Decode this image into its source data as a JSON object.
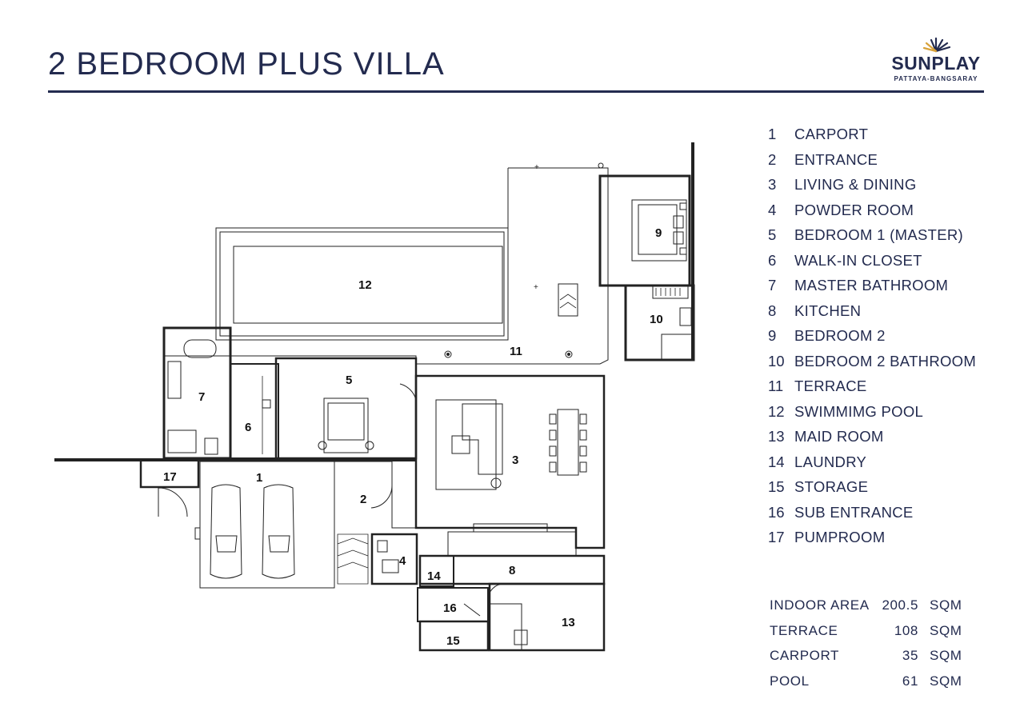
{
  "title": "2 BEDROOM PLUS VILLA",
  "logo": {
    "brand": "SUNPLAY",
    "subtitle": "PATTAYA-BANGSARAY",
    "accent_color": "#d8a23a",
    "color": "#232b4f"
  },
  "legend": [
    {
      "num": "1",
      "label": "CARPORT"
    },
    {
      "num": "2",
      "label": "ENTRANCE"
    },
    {
      "num": "3",
      "label": "LIVING & DINING"
    },
    {
      "num": "4",
      "label": "POWDER ROOM"
    },
    {
      "num": "5",
      "label": "BEDROOM 1 (MASTER)"
    },
    {
      "num": "6",
      "label": "WALK-IN CLOSET"
    },
    {
      "num": "7",
      "label": "MASTER BATHROOM"
    },
    {
      "num": "8",
      "label": "KITCHEN"
    },
    {
      "num": "9",
      "label": "BEDROOM 2"
    },
    {
      "num": "10",
      "label": "BEDROOM 2 BATHROOM"
    },
    {
      "num": "11",
      "label": "TERRACE"
    },
    {
      "num": "12",
      "label": "SWIMMIMG POOL"
    },
    {
      "num": "13",
      "label": "MAID ROOM"
    },
    {
      "num": "14",
      "label": "LAUNDRY"
    },
    {
      "num": "15",
      "label": "STORAGE"
    },
    {
      "num": "16",
      "label": "SUB ENTRANCE"
    },
    {
      "num": "17",
      "label": "PUMPROOM"
    }
  ],
  "areas": [
    {
      "name": "INDOOR AREA",
      "value": "200.5",
      "unit": "SQM"
    },
    {
      "name": "TERRACE",
      "value": "108",
      "unit": "SQM"
    },
    {
      "name": "CARPORT",
      "value": "35",
      "unit": "SQM"
    },
    {
      "name": "POOL",
      "value": "61",
      "unit": "SQM"
    }
  ],
  "plan_labels": [
    "1",
    "2",
    "3",
    "4",
    "5",
    "6",
    "7",
    "8",
    "9",
    "10",
    "11",
    "12",
    "13",
    "14",
    "15",
    "16",
    "17"
  ]
}
